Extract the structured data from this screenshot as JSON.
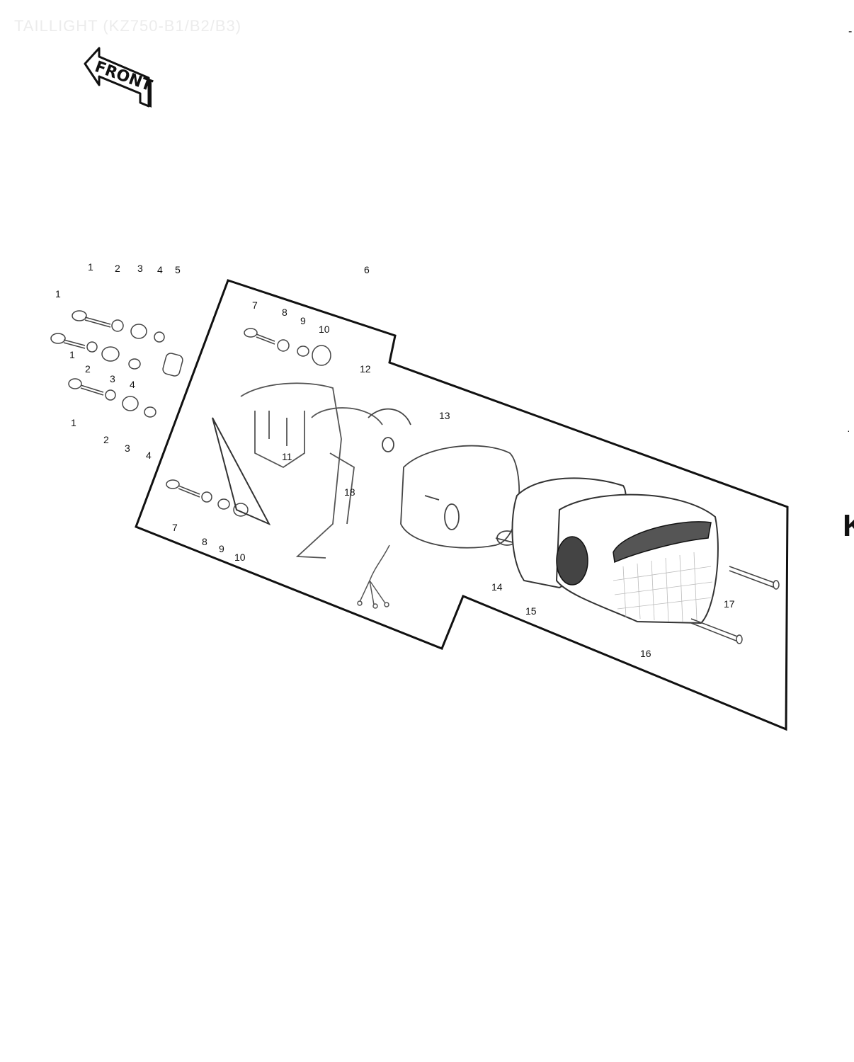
{
  "page": {
    "title": "TAILLIGHT (KZ750-B1/B2/B3)",
    "edge_letter": "K",
    "edge_dash": "-",
    "edge_dot": "·"
  },
  "front_arrow": {
    "label": "FRONT"
  },
  "callouts": [
    "1",
    "2",
    "3",
    "4",
    "5",
    "1",
    "2",
    "1",
    "3",
    "4",
    "2",
    "3",
    "4",
    "1",
    "6",
    "7",
    "8",
    "9",
    "10",
    "12",
    "13",
    "11",
    "18",
    "7",
    "8",
    "9",
    "10",
    "14",
    "15",
    "16",
    "17"
  ]
}
